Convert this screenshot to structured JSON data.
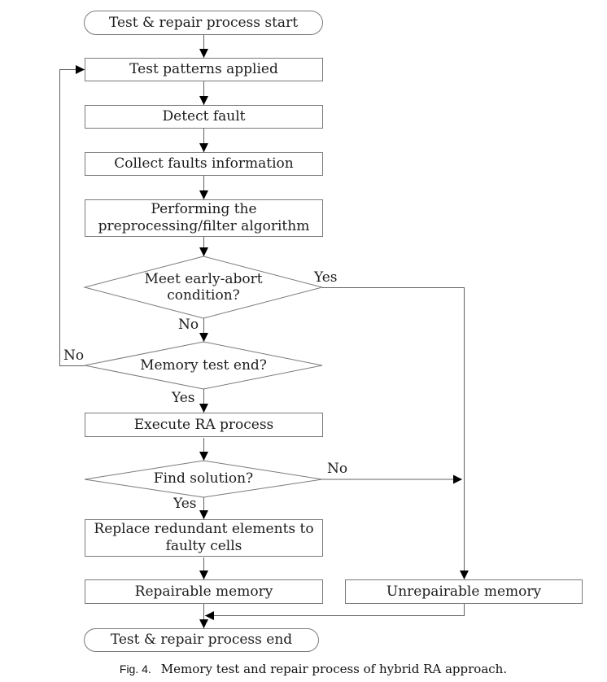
{
  "figure": {
    "caption_label": "Fig. 4.",
    "caption_text": "Memory test and repair process of hybrid RA approach."
  },
  "colors": {
    "background": "#ffffff",
    "box_border": "#7a7a7a",
    "connector_line": "#606060",
    "arrowhead": "#000000",
    "text": "#1c1c1c"
  },
  "flowchart": {
    "nodes": {
      "start": {
        "type": "terminator",
        "label": "Test & repair process start"
      },
      "test_patterns": {
        "type": "process",
        "label": "Test patterns applied"
      },
      "detect_fault": {
        "type": "process",
        "label": "Detect fault"
      },
      "collect_faults": {
        "type": "process",
        "label": "Collect faults information"
      },
      "preprocessing": {
        "type": "process",
        "line1": "Performing the",
        "line2": "preprocessing/filter algorithm"
      },
      "early_abort": {
        "type": "decision",
        "line1": "Meet early-abort",
        "line2": "condition?"
      },
      "memory_test_end": {
        "type": "decision",
        "label": "Memory test end?"
      },
      "execute_ra": {
        "type": "process",
        "label": "Execute RA process"
      },
      "find_solution": {
        "type": "decision",
        "label": "Find solution?"
      },
      "replace_redundant": {
        "type": "process",
        "line1": "Replace redundant elements to",
        "line2": "faulty cells"
      },
      "repairable": {
        "type": "process",
        "label": "Repairable memory"
      },
      "unrepairable": {
        "type": "process",
        "label": "Unrepairable memory"
      },
      "end": {
        "type": "terminator",
        "label": "Test & repair process end"
      }
    },
    "edge_labels": {
      "early_abort_yes": "Yes",
      "early_abort_no": "No",
      "memory_test_end_no": "No",
      "memory_test_end_yes": "Yes",
      "find_solution_no": "No",
      "find_solution_yes": "Yes"
    }
  }
}
